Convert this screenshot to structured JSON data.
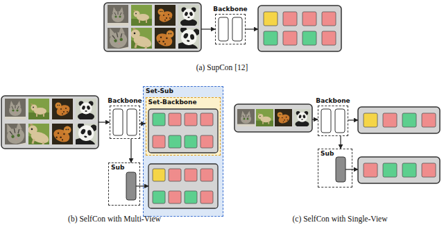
{
  "diagram": {
    "nodes": [
      {
        "text": [
          "Backbone"
        ]
      },
      {
        "text": [
          "Backbone"
        ]
      },
      {
        "text": [
          "Set-Sub"
        ]
      },
      {
        "text": [
          "Set-Backbone"
        ],
        "in": 2
      },
      {
        "text": [
          "Sub"
        ]
      },
      {
        "text": [
          "Backbone"
        ]
      },
      {
        "text": [
          "Sub"
        ]
      }
    ],
    "edges": [
      {
        "from": 1,
        "to": 3,
        "arrow": "to"
      },
      {
        "from": 1,
        "to": 4,
        "arrow": "to"
      },
      {
        "from": 5,
        "to": 6,
        "arrow": "to"
      }
    ],
    "labels": [
      "(a) SupCon [12]",
      "(b) SelfCon with Multi-View",
      "(c) SelfCon with Single-View"
    ]
  }
}
